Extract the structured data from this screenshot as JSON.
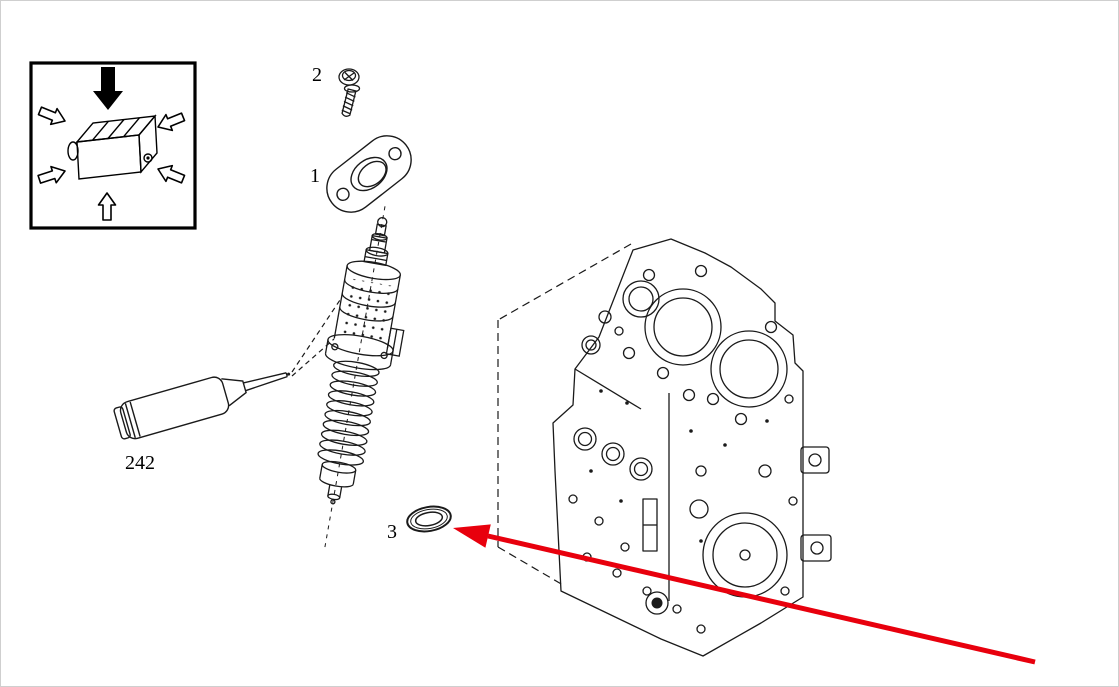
{
  "figure": {
    "kind": "exploded-parts-diagram",
    "background_color": "#ffffff",
    "line_color": "#1a1a1a",
    "pointer_color": "#e8000d",
    "callouts": {
      "screw": "2",
      "flange": "1",
      "sealant_tube": "242",
      "o_ring": "3"
    },
    "pointer": {
      "points_to": "3"
    }
  }
}
